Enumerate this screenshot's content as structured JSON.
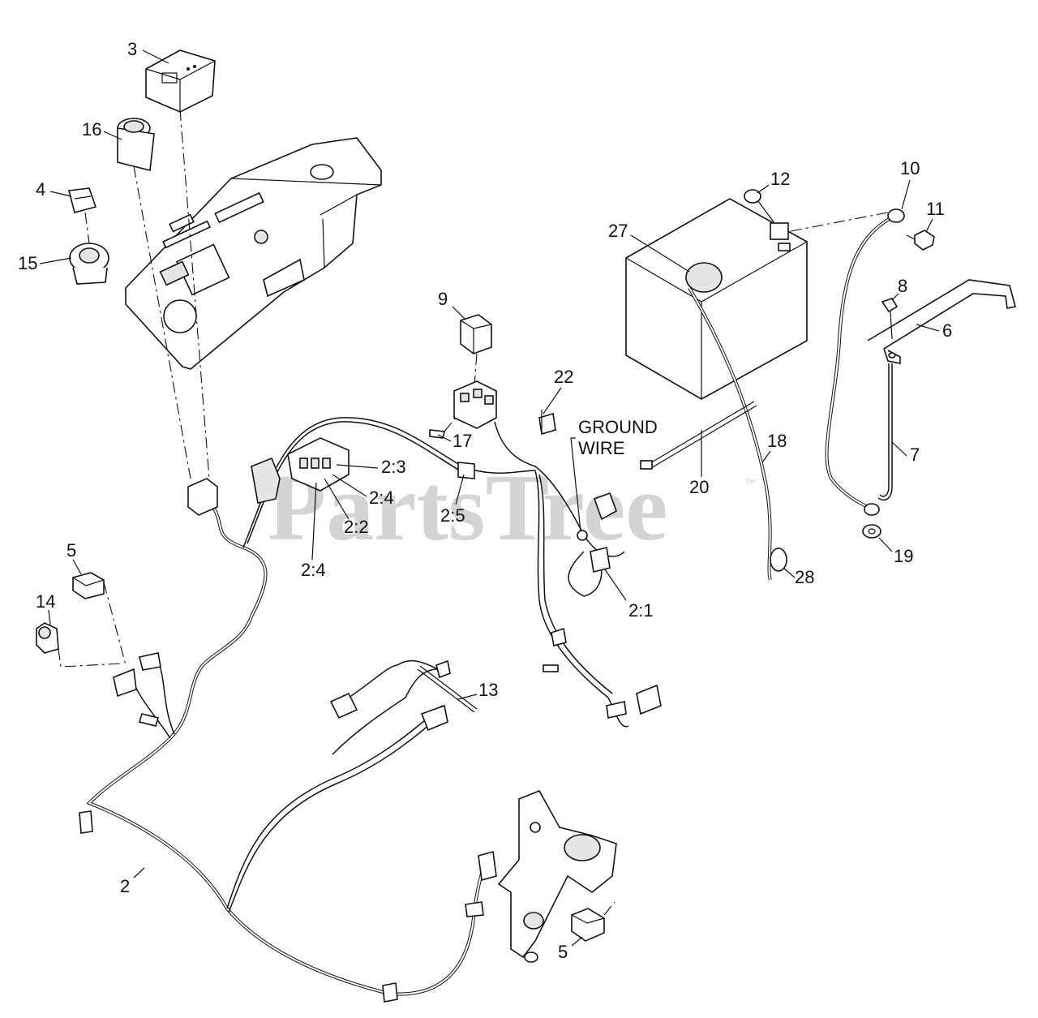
{
  "watermark": {
    "text": "PartsTree",
    "trademark": "™"
  },
  "callouts": {
    "c3": "3",
    "c16": "16",
    "c4": "4",
    "c15": "15",
    "c9": "9",
    "c22": "22",
    "c17": "17",
    "ground_wire_line1": "GROUND",
    "ground_wire_line2": "WIRE",
    "c2_3": "2:3",
    "c2_4a": "2:4",
    "c2_2": "2:2",
    "c2_4b": "2:4",
    "c2_5": "2:5",
    "c2_1": "2:1",
    "c12": "12",
    "c27": "27",
    "c10": "10",
    "c11": "11",
    "c8": "8",
    "c6": "6",
    "c18": "18",
    "c20": "20",
    "c7": "7",
    "c28": "28",
    "c19": "19",
    "c5a": "5",
    "c14": "14",
    "c13": "13",
    "c2": "2",
    "c5b": "5"
  }
}
